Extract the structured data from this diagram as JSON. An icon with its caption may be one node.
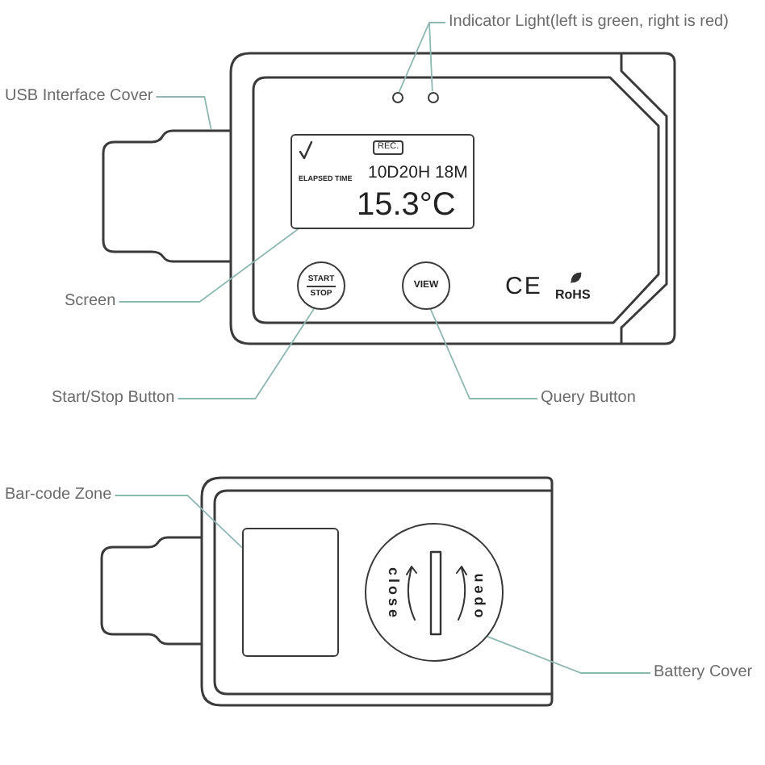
{
  "diagram": {
    "nodes": [
      {
        "text": [
          "Indicator Light(left is green, right is red)"
        ]
      },
      {
        "text": [],
        "shape": "circle"
      },
      {
        "text": [],
        "shape": "circle"
      },
      {
        "text": [
          "USB Interface Cover"
        ]
      },
      {
        "text": [],
        "shape": "box"
      },
      {
        "text": [
          "Screen"
        ]
      },
      {
        "text": [
          "REC.",
          "ELAPSED TIME",
          "10D20H 18M",
          "15.3°C"
        ]
      },
      {
        "text": [
          "Start/Stop Button"
        ]
      },
      {
        "text": [
          "START",
          "STOP"
        ]
      },
      {
        "text": [
          "Query Button"
        ]
      },
      {
        "text": [
          "VIEW"
        ]
      },
      {
        "text": [
          "Bar-code Zone"
        ]
      },
      {
        "text": [],
        "shape": "box"
      },
      {
        "text": [
          "Battery Cover"
        ]
      },
      {
        "text": [
          "close",
          "open"
        ]
      }
    ],
    "edges": [
      {
        "from": 0,
        "to": 1,
        "arrow": "none"
      },
      {
        "from": 0,
        "to": 2,
        "arrow": "none"
      },
      {
        "from": 3,
        "to": 4,
        "arrow": "none"
      },
      {
        "from": 5,
        "to": 6,
        "arrow": "none"
      },
      {
        "from": 7,
        "to": 8,
        "arrow": "none"
      },
      {
        "from": 9,
        "to": 10,
        "arrow": "none"
      },
      {
        "from": 11,
        "to": 12,
        "arrow": "none"
      },
      {
        "from": 13,
        "to": 14,
        "arrow": "none"
      }
    ],
    "labels": [
      "CE",
      "RoHS"
    ]
  }
}
